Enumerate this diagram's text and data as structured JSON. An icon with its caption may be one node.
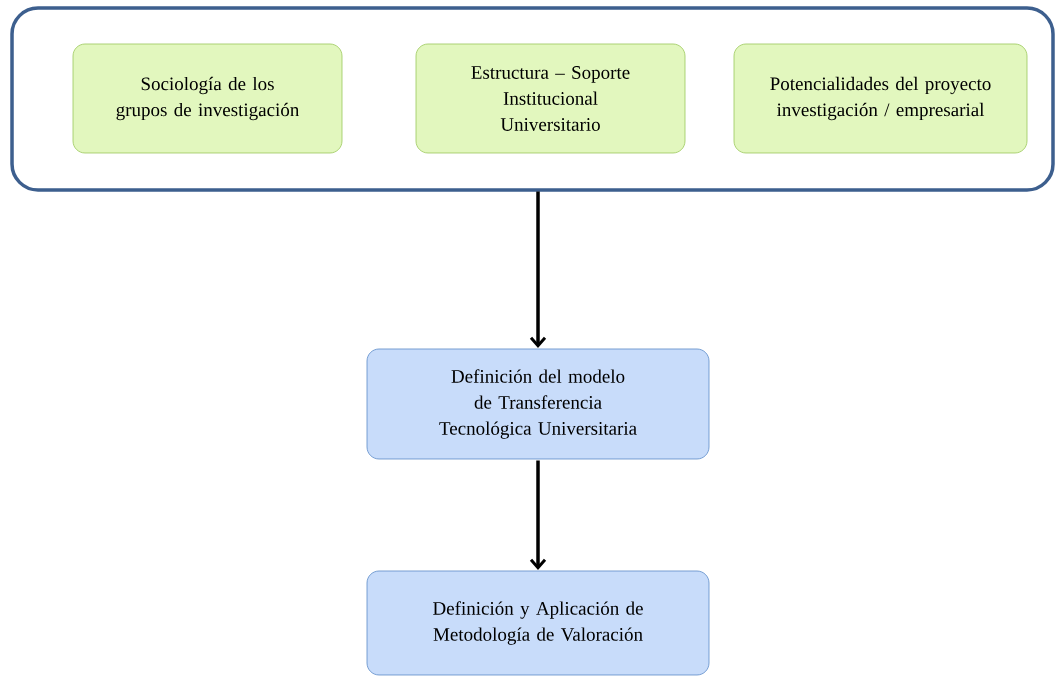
{
  "diagram": {
    "nodes": [
      {
        "text": [],
        "shape": "box"
      },
      {
        "text": [
          "Sociología de los grupos de investigación"
        ],
        "in": 0
      },
      {
        "text": [
          "Estructura – Soporte Institucional Universitario"
        ],
        "in": 0
      },
      {
        "text": [
          "Potencialidades del proyecto investigación / empresarial"
        ],
        "in": 0
      },
      {
        "text": [
          "Definición del modelo de Transferencia Tecnológica Universitaria"
        ]
      },
      {
        "text": [
          "Definición y Aplicación de Metodología de Valoración"
        ]
      }
    ],
    "edges": [
      {
        "from": 0,
        "to": 4,
        "arrow": "to"
      },
      {
        "from": 4,
        "to": 5,
        "arrow": "to"
      }
    ]
  }
}
